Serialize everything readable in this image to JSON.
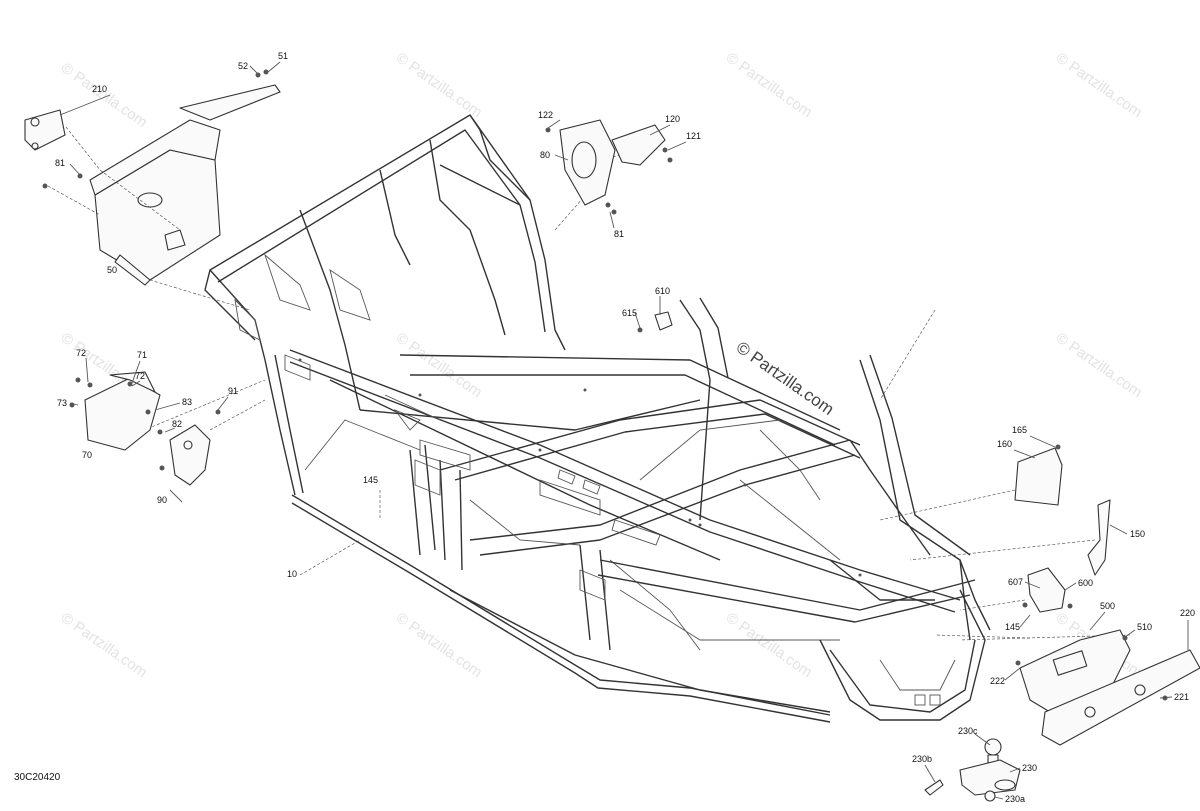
{
  "diagram": {
    "code": "30C20420",
    "watermark_small": "© Partzilla.com",
    "watermark_large": "© Partzilla.com",
    "callouts": {
      "c52": "52",
      "c51": "51",
      "c210": "210",
      "c81a": "81",
      "c50": "50",
      "c122": "122",
      "c120": "120",
      "c121": "121",
      "c80": "80",
      "c81b": "81",
      "c615": "615",
      "c610": "610",
      "c72a": "72",
      "c71": "71",
      "c72b": "72",
      "c73": "73",
      "c83": "83",
      "c91": "91",
      "c82": "82",
      "c70": "70",
      "c90": "90",
      "c145a": "145",
      "c10": "10",
      "c165": "165",
      "c160": "160",
      "c150": "150",
      "c607": "607",
      "c600": "600",
      "c145b": "145",
      "c500": "500",
      "c510": "510",
      "c220": "220",
      "c222": "222",
      "c221": "221",
      "c230c": "230c",
      "c230": "230",
      "c230b": "230b",
      "c230a": "230a"
    }
  }
}
